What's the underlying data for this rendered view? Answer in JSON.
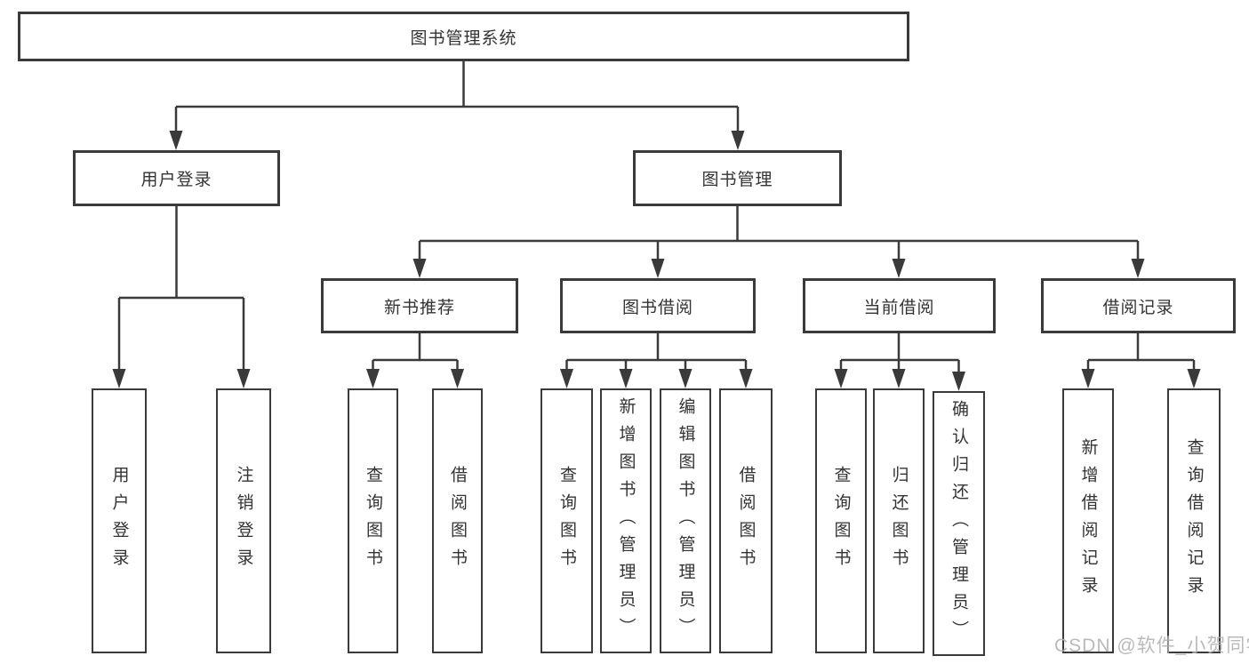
{
  "meta": {
    "background_color": "#ffffff",
    "line_color": "#3a3a3a",
    "text_color": "#333333",
    "watermark_color": "#b2b2b2"
  },
  "watermark": {
    "text": "CSDN @软件_小贺同学"
  },
  "tree": {
    "root": {
      "label": "图书管理系统",
      "children": [
        {
          "label": "用户登录",
          "children": [
            {
              "label": "用户登录"
            },
            {
              "label": "注销登录"
            }
          ]
        },
        {
          "label": "图书管理",
          "children": [
            {
              "label": "新书推荐",
              "children": [
                {
                  "label": "查询图书"
                },
                {
                  "label": "借阅图书"
                }
              ]
            },
            {
              "label": "图书借阅",
              "children": [
                {
                  "label": "查询图书"
                },
                {
                  "label": "新增图书（管理员）"
                },
                {
                  "label": "编辑图书（管理员）"
                },
                {
                  "label": "借阅图书"
                }
              ]
            },
            {
              "label": "当前借阅",
              "children": [
                {
                  "label": "查询图书"
                },
                {
                  "label": "归还图书"
                },
                {
                  "label": "确认归还（管理员）"
                }
              ]
            },
            {
              "label": "借阅记录",
              "children": [
                {
                  "label": "新增借阅记录"
                },
                {
                  "label": "查询借阅记录"
                }
              ]
            }
          ]
        }
      ]
    }
  }
}
